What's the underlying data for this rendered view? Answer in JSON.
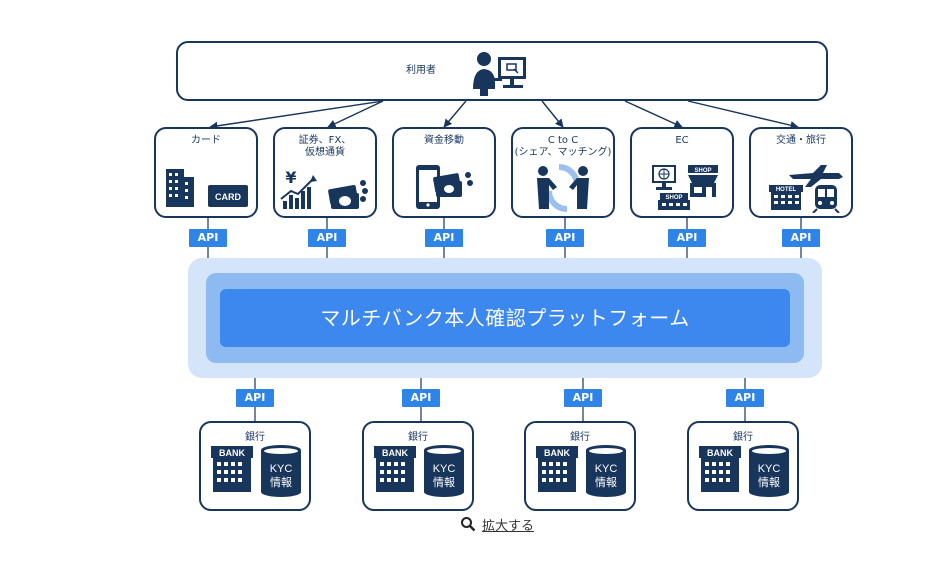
{
  "diagram": {
    "user": {
      "label": "利用者",
      "icon": "user-at-computer-icon"
    },
    "services": [
      {
        "id": "card",
        "label": "カード",
        "icon": "card-buildings-icon",
        "card_text": "CARD"
      },
      {
        "id": "securities",
        "label": "証券、FX、\n仮想通貨",
        "icon": "yen-chart-coins-icon",
        "currency_symbol": "¥"
      },
      {
        "id": "transfer",
        "label": "資金移動",
        "icon": "phone-money-icon"
      },
      {
        "id": "ctoc",
        "label": "C to C\n(シェア、マッチング)",
        "icon": "handshake-icon"
      },
      {
        "id": "ec",
        "label": "EC",
        "icon": "shop-globe-icon",
        "shop_text": "SHOP"
      },
      {
        "id": "travel",
        "label": "交通・旅行",
        "icon": "plane-hotel-train-icon",
        "hotel_text": "HOTEL"
      }
    ],
    "api_label": "API",
    "platform": {
      "title": "マルチバンク本人確認プラットフォーム"
    },
    "banks": [
      {
        "label": "銀行",
        "building_text": "BANK",
        "db_text_1": "KYC",
        "db_text_2": "情報"
      },
      {
        "label": "銀行",
        "building_text": "BANK",
        "db_text_1": "KYC",
        "db_text_2": "情報"
      },
      {
        "label": "銀行",
        "building_text": "BANK",
        "db_text_1": "KYC",
        "db_text_2": "情報"
      },
      {
        "label": "銀行",
        "building_text": "BANK",
        "db_text_1": "KYC",
        "db_text_2": "情報"
      }
    ],
    "zoom": {
      "label": "拡大する",
      "icon": "magnifier-icon"
    },
    "colors": {
      "navy": "#18355c",
      "api_blue": "#2f84e8",
      "platform_inner": "#3d88ef",
      "platform_mid": "#8ebaf2",
      "platform_outer": "#d4e5f9"
    }
  }
}
